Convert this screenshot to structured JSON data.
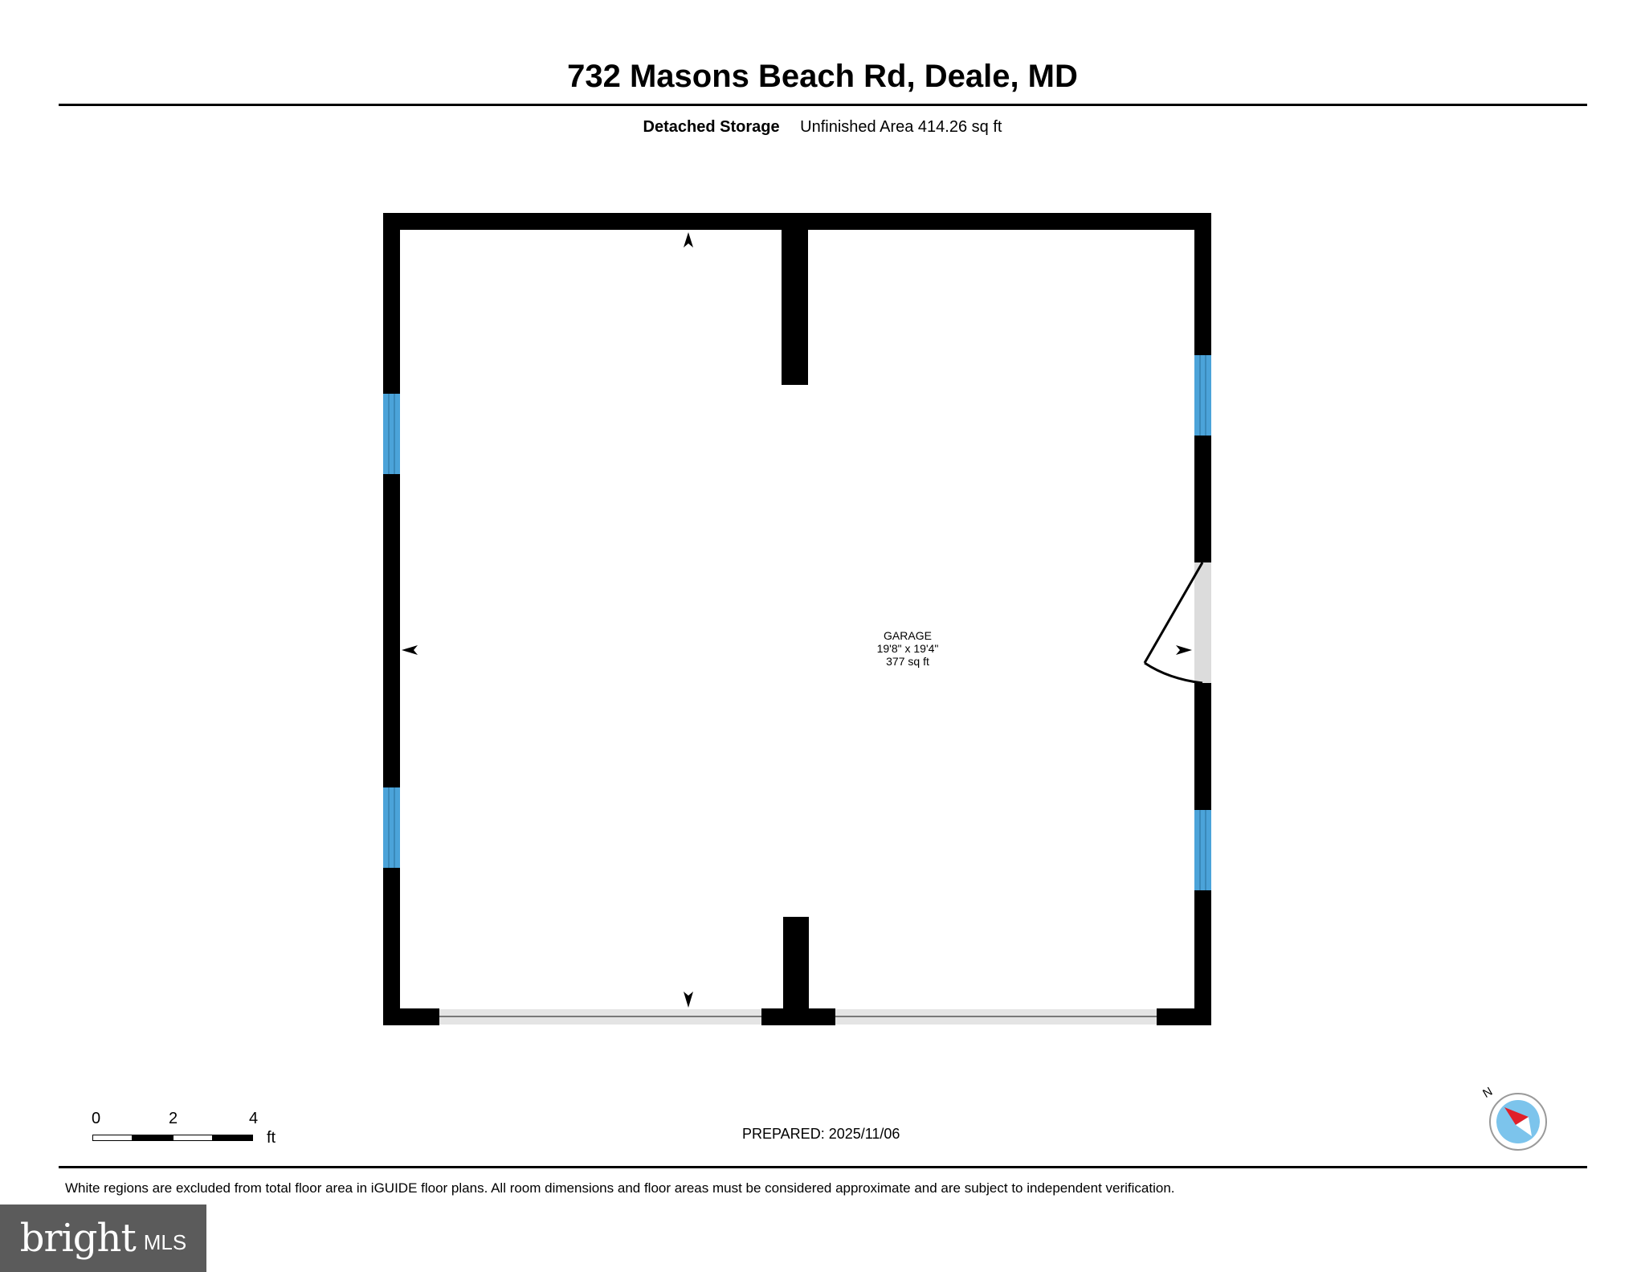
{
  "header": {
    "address": "732 Masons Beach Rd, Deale, MD",
    "floor_name": "Detached Storage",
    "area_text": "Unfinished Area 414.26 sq ft"
  },
  "room": {
    "name": "GARAGE",
    "dimensions": "19'8\" x 19'4\"",
    "area": "377 sq ft"
  },
  "scale_bar": {
    "ticks": [
      "0",
      "2",
      "4"
    ],
    "unit": "ft"
  },
  "prepared": "PREPARED: 2025/11/06",
  "compass": {
    "label": "N"
  },
  "disclaimer": "White regions are excluded from total floor area in iGUIDE floor plans. All room dimensions and floor areas must be considered approximate and are subject to independent verification.",
  "logo": {
    "bright": "bright",
    "mls": "MLS"
  },
  "colors": {
    "wall": "#000000",
    "window": "#4ba3d9",
    "door_opening": "#dcdcdc",
    "compass_needle": "#e0202a",
    "compass_face": "#7cc4ec"
  }
}
